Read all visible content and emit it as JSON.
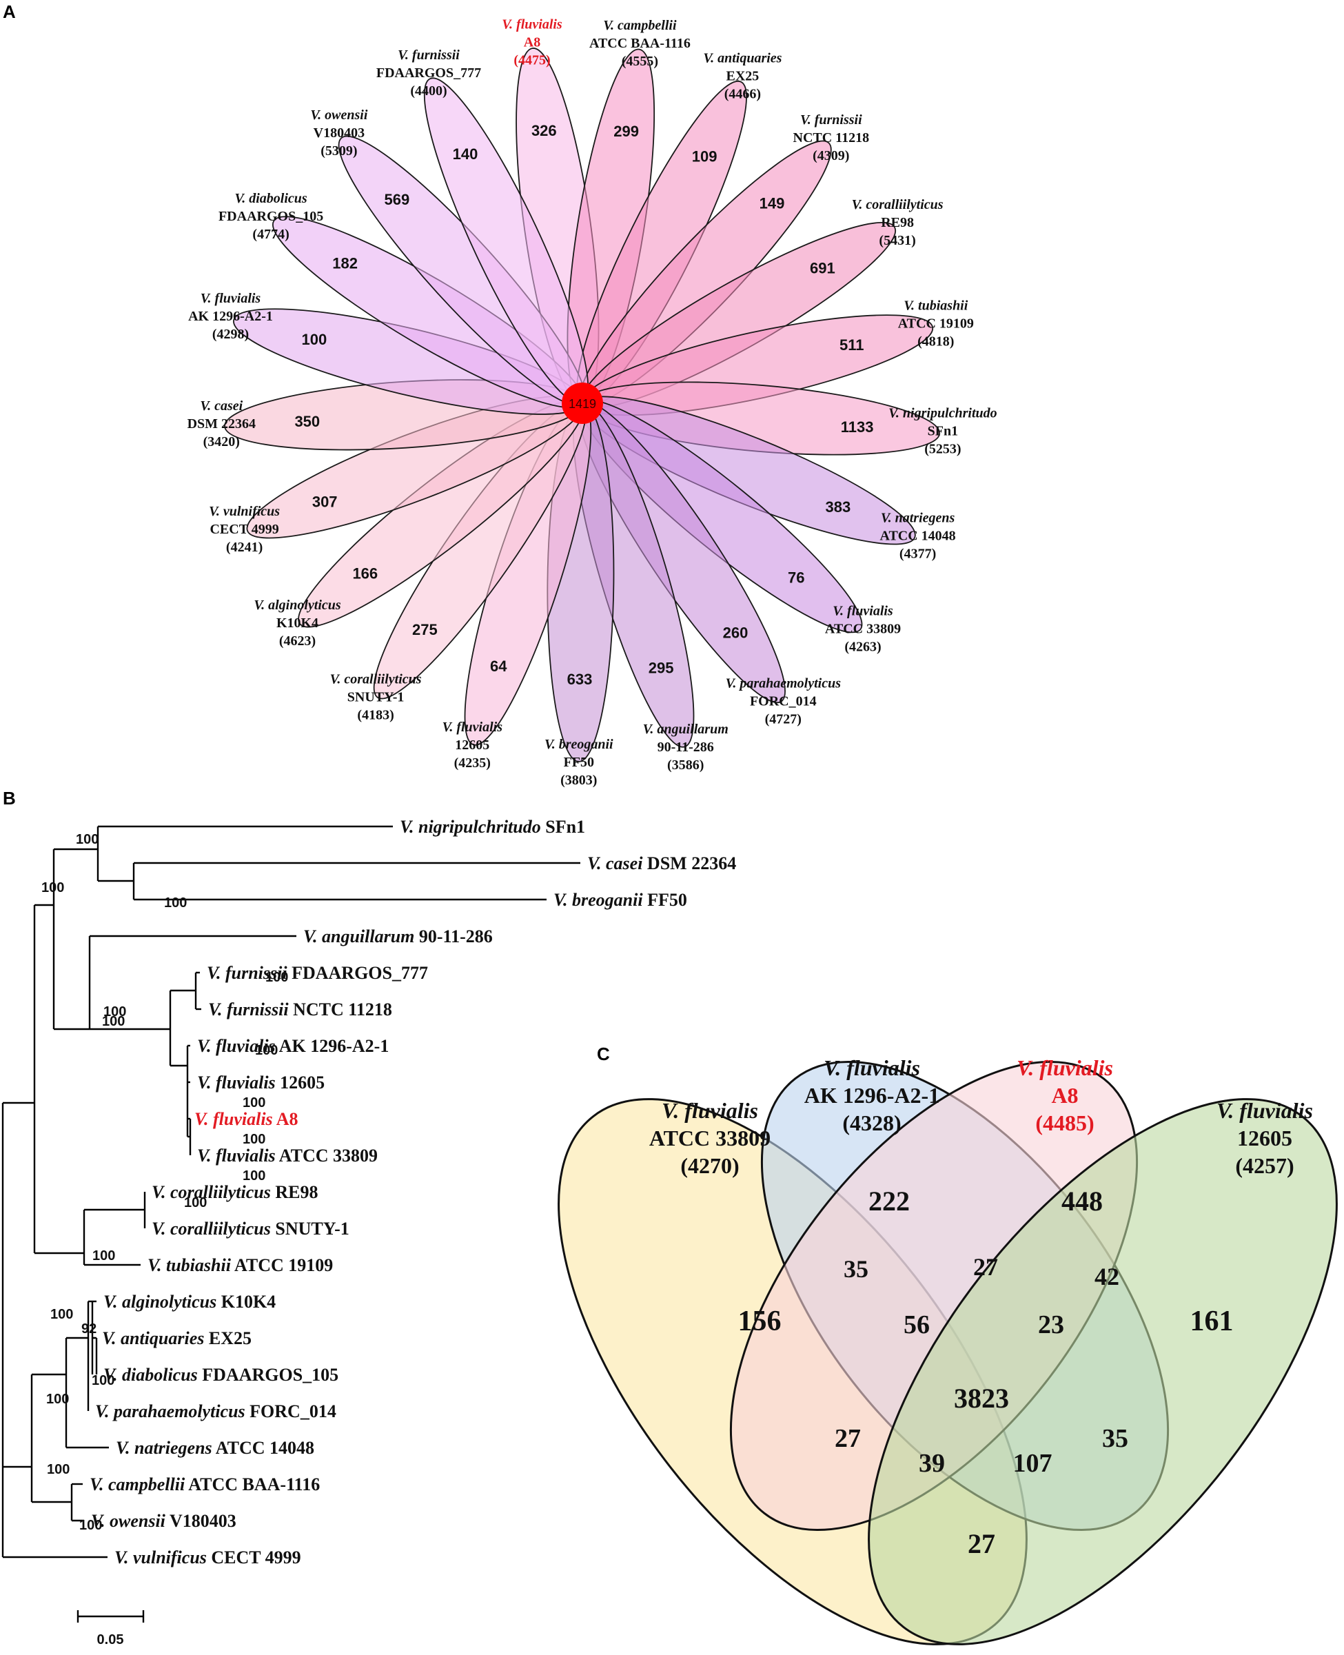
{
  "panels": {
    "a": "A",
    "b": "B",
    "c": "C"
  },
  "flower": {
    "core_value": "1419",
    "petals": [
      {
        "species": "V. fluvialis",
        "strain": "A8",
        "total": "(4475)",
        "unique": "326",
        "highlight": true,
        "color": "#f7b8e8"
      },
      {
        "species": "V. campbellii",
        "strain": "ATCC BAA-1116",
        "total": "(4555)",
        "unique": "299",
        "highlight": false,
        "color": "#f58fc2"
      },
      {
        "species": "V. antiquaries",
        "strain": "EX25",
        "total": "(4466)",
        "unique": "109",
        "highlight": false,
        "color": "#f48ec0"
      },
      {
        "species": "V. furnissii",
        "strain": "NCTC 11218",
        "total": "(4309)",
        "unique": "149",
        "highlight": false,
        "color": "#f48cbd"
      },
      {
        "species": "V. coralliilyticus",
        "strain": "RE98",
        "total": "(5431)",
        "unique": "691",
        "highlight": false,
        "color": "#f38bba"
      },
      {
        "species": "V. tubiashii",
        "strain": "ATCC 19109",
        "total": "(4818)",
        "unique": "511",
        "highlight": false,
        "color": "#f490bf"
      },
      {
        "species": "V. nigripulchritudo",
        "strain": "SFn1",
        "total": "(5253)",
        "unique": "1133",
        "highlight": false,
        "color": "#f59ac6"
      },
      {
        "species": "V. natriegens",
        "strain": "ATCC 14048",
        "total": "(4377)",
        "unique": "383",
        "highlight": false,
        "color": "#c98fe0"
      },
      {
        "species": "V. fluvialis",
        "strain": "ATCC 33809",
        "total": "(4263)",
        "unique": "76",
        "highlight": false,
        "color": "#c98ae0"
      },
      {
        "species": "V. parahaemolyticus",
        "strain": "FORC_014",
        "total": "(4727)",
        "unique": "260",
        "highlight": false,
        "color": "#c68ad9"
      },
      {
        "species": "V. anguillarum",
        "strain": "90-11-286",
        "total": "(3586)",
        "unique": "295",
        "highlight": false,
        "color": "#c58ed6"
      },
      {
        "species": "V. breoganii",
        "strain": "FF50",
        "total": "(3803)",
        "unique": "633",
        "highlight": false,
        "color": "#c48fd4"
      },
      {
        "species": "V. fluvialis",
        "strain": "12605",
        "total": "(4235)",
        "unique": "64",
        "highlight": false,
        "color": "#f7b7d9"
      },
      {
        "species": "V. coralliilyticus",
        "strain": "SNUTY-1",
        "total": "(4183)",
        "unique": "275",
        "highlight": false,
        "color": "#f9c2d6"
      },
      {
        "species": "V. alginolyticus",
        "strain": "K10K4",
        "total": "(4623)",
        "unique": "166",
        "highlight": false,
        "color": "#f9c0d2"
      },
      {
        "species": "V. vulnificus",
        "strain": "CECT 4999",
        "total": "(4241)",
        "unique": "307",
        "highlight": false,
        "color": "#f8bccd"
      },
      {
        "species": "V. casei",
        "strain": "DSM 22364",
        "total": "(3420)",
        "unique": "350",
        "highlight": false,
        "color": "#f6b8c9"
      },
      {
        "species": "V. fluvialis",
        "strain": "AK 1296-A2-1",
        "total": "(4298)",
        "unique": "100",
        "highlight": false,
        "color": "#e2a7ee"
      },
      {
        "species": "V. diabolicus",
        "strain": "FDAARGOS_105",
        "total": "(4774)",
        "unique": "182",
        "highlight": false,
        "color": "#e8acf2"
      },
      {
        "species": "V. owensii",
        "strain": "V180403",
        "total": "(5309)",
        "unique": "569",
        "highlight": false,
        "color": "#eab0f2"
      },
      {
        "species": "V. furnissii",
        "strain": "FDAARGOS_777",
        "total": "(4400)",
        "unique": "140",
        "highlight": false,
        "color": "#f0b6f2"
      }
    ]
  },
  "tree": {
    "scale_label": "0.05",
    "leaves": [
      {
        "species": "V. nigripulchritudo",
        "strain": "SFn1",
        "highlight": false
      },
      {
        "species": "V. casei",
        "strain": "DSM 22364",
        "highlight": false
      },
      {
        "species": "V. breoganii",
        "strain": "FF50",
        "highlight": false
      },
      {
        "species": "V. anguillarum",
        "strain": "90-11-286",
        "highlight": false
      },
      {
        "species": "V. furnissii",
        "strain": "FDAARGOS_777",
        "highlight": false
      },
      {
        "species": "V. furnissii",
        "strain": "NCTC 11218",
        "highlight": false
      },
      {
        "species": "V. fluvialis",
        "strain": "AK 1296-A2-1",
        "highlight": false
      },
      {
        "species": "V. fluvialis",
        "strain": "12605",
        "highlight": false
      },
      {
        "species": "V. fluvialis",
        "strain": "A8",
        "highlight": true
      },
      {
        "species": "V. fluvialis",
        "strain": "ATCC 33809",
        "highlight": false
      },
      {
        "species": "V. coralliilyticus",
        "strain": "RE98",
        "highlight": false
      },
      {
        "species": "V. coralliilyticus",
        "strain": "SNUTY-1",
        "highlight": false
      },
      {
        "species": "V. tubiashii",
        "strain": "ATCC 19109",
        "highlight": false
      },
      {
        "species": "V. alginolyticus",
        "strain": "K10K4",
        "highlight": false
      },
      {
        "species": "V. antiquaries",
        "strain": "EX25",
        "highlight": false
      },
      {
        "species": "V. diabolicus",
        "strain": "FDAARGOS_105",
        "highlight": false
      },
      {
        "species": "V. parahaemolyticus",
        "strain": "FORC_014",
        "highlight": false
      },
      {
        "species": "V. natriegens",
        "strain": "ATCC 14048",
        "highlight": false
      },
      {
        "species": "V. campbellii",
        "strain": "ATCC BAA-1116",
        "highlight": false
      },
      {
        "species": "V. owensii",
        "strain": "V180403",
        "highlight": false
      },
      {
        "species": "V. vulnificus",
        "strain": "CECT 4999",
        "highlight": false
      }
    ],
    "bootstrap_labels": [
      "100",
      "100",
      "100",
      "100",
      "100",
      "100",
      "100",
      "100",
      "100",
      "100",
      "100",
      "100",
      "100",
      "92",
      "100",
      "100",
      "100",
      "100"
    ]
  },
  "venn": {
    "sets": [
      {
        "species": "V. fluvialis",
        "strain": "ATCC 33809",
        "total": "(4270)",
        "color": "#fbe7a6",
        "highlight": false
      },
      {
        "species": "V. fluvialis",
        "strain": "AK 1296-A2-1",
        "total": "(4328)",
        "color": "#bcd3ee",
        "highlight": false
      },
      {
        "species": "V. fluvialis",
        "strain": "A8",
        "total": "(4485)",
        "color": "#f8d3d8",
        "highlight": true
      },
      {
        "species": "V. fluvialis",
        "strain": "12605",
        "total": "(4257)",
        "color": "#bcd9a2",
        "highlight": false
      }
    ],
    "regions": [
      "222",
      "448",
      "156",
      "35",
      "27",
      "42",
      "161",
      "56",
      "23",
      "3823",
      "27",
      "39",
      "107",
      "35",
      "27"
    ]
  },
  "colors": {
    "highlight": "#e31b23",
    "core": "#ff0000",
    "text": "#111111"
  }
}
